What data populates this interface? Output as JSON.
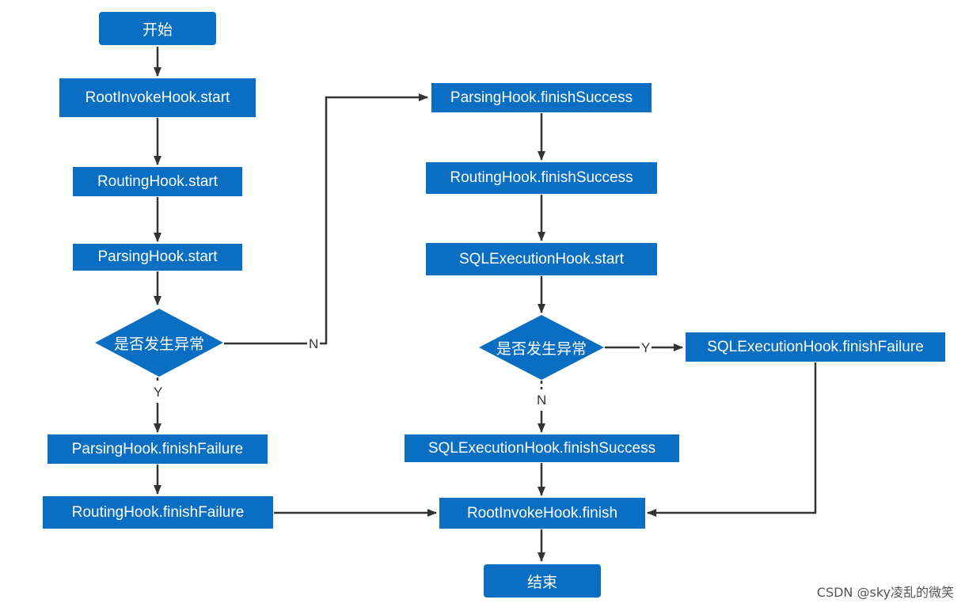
{
  "nodes": {
    "start": "开始",
    "root_invoke_start": "RootInvokeHook.start",
    "routing_start": "RoutingHook.start",
    "parsing_start": "ParsingHook.start",
    "decision_parsing": "是否发生异常",
    "parsing_finish_failure": "ParsingHook.finishFailure",
    "routing_finish_failure": "RoutingHook.finishFailure",
    "parsing_finish_success": "ParsingHook.finishSuccess",
    "routing_finish_success": "RoutingHook.finishSuccess",
    "sql_execution_start": "SQLExecutionHook.start",
    "decision_sql": "是否发生异常",
    "sql_execution_finish_failure": "SQLExecutionHook.finishFailure",
    "sql_execution_finish_success": "SQLExecutionHook.finishSuccess",
    "root_invoke_finish": "RootInvokeHook.finish",
    "end": "结束"
  },
  "edge_labels": {
    "parsing_no": "N",
    "parsing_yes": "Y",
    "sql_yes": "Y",
    "sql_no": "N"
  },
  "watermark": "CSDN @sky凌乱的微笑",
  "colors": {
    "node_fill": "#0a6fc2",
    "node_text": "#ffffff",
    "edge": "#333333"
  }
}
